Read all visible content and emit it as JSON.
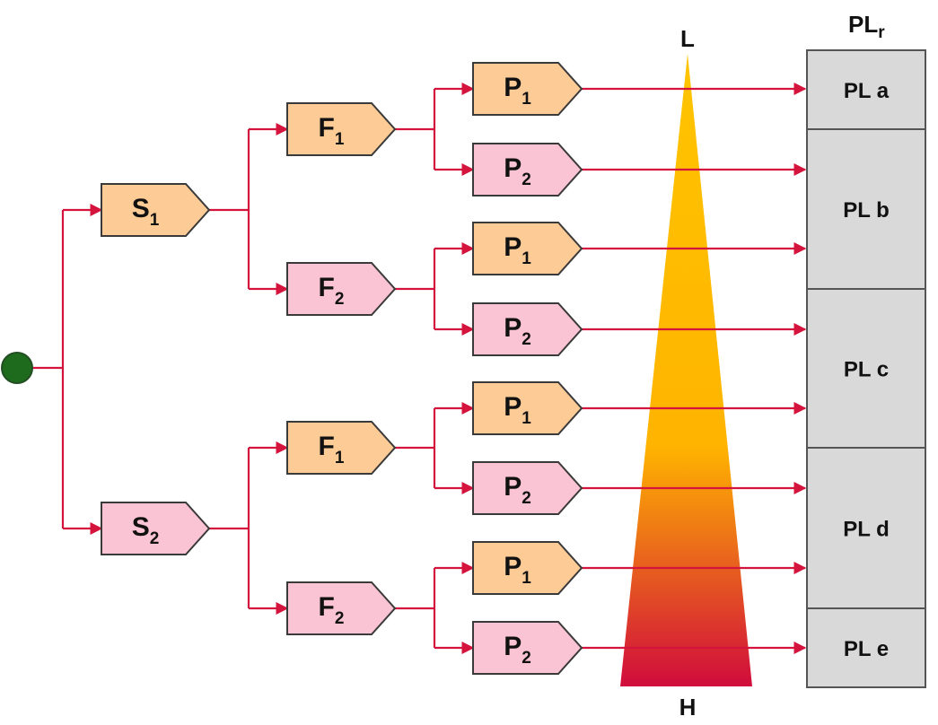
{
  "colors": {
    "arrow": "#d4143c",
    "node_orange": "#fccb96",
    "node_pink": "#fbc4d4",
    "node_stroke": "#3a3a3a",
    "start_dot": "#1e6b1e",
    "pl_fill": "#d9d9d9",
    "triangle_top": "#ffc400",
    "triangle_bottom": "#d00c3c"
  },
  "start_node": {
    "icon": "green-circle"
  },
  "risk_scale": {
    "top_label": "L",
    "bottom_label": "H"
  },
  "pl_header": {
    "main": "PL",
    "sub": "r"
  },
  "pl_levels": [
    "PL a",
    "PL b",
    "PL c",
    "PL d",
    "PL e"
  ],
  "tree": {
    "s1": {
      "letter": "S",
      "sub": "1",
      "color": "orange"
    },
    "s2": {
      "letter": "S",
      "sub": "2",
      "color": "pink"
    },
    "f1_top": {
      "letter": "F",
      "sub": "1",
      "color": "orange"
    },
    "f2_top": {
      "letter": "F",
      "sub": "2",
      "color": "pink"
    },
    "f1_bot": {
      "letter": "F",
      "sub": "1",
      "color": "orange"
    },
    "f2_bot": {
      "letter": "F",
      "sub": "2",
      "color": "pink"
    },
    "p": [
      {
        "letter": "P",
        "sub": "1",
        "color": "orange"
      },
      {
        "letter": "P",
        "sub": "2",
        "color": "pink"
      },
      {
        "letter": "P",
        "sub": "1",
        "color": "orange"
      },
      {
        "letter": "P",
        "sub": "2",
        "color": "pink"
      },
      {
        "letter": "P",
        "sub": "1",
        "color": "orange"
      },
      {
        "letter": "P",
        "sub": "2",
        "color": "pink"
      },
      {
        "letter": "P",
        "sub": "1",
        "color": "orange"
      },
      {
        "letter": "P",
        "sub": "2",
        "color": "pink"
      }
    ]
  }
}
